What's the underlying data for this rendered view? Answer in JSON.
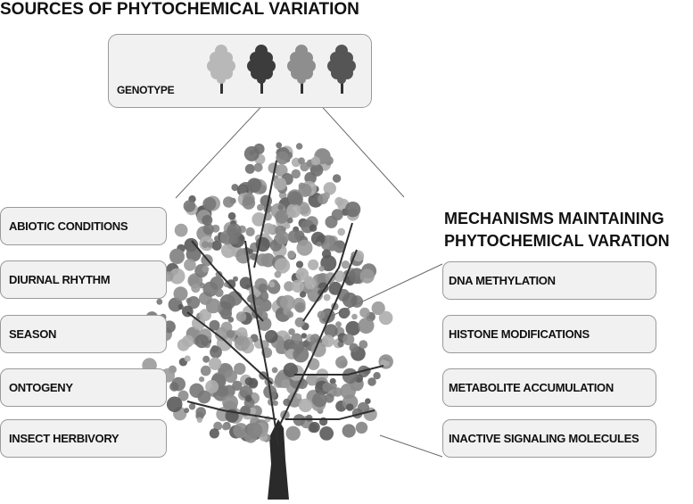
{
  "title": "SOURCES OF PHYTOCHEMICAL VARIATION",
  "genotype_panel": {
    "label": "GENOTYPE",
    "trees": [
      {
        "name": "tree-light-icon",
        "color": "#b8b8b8"
      },
      {
        "name": "tree-dark-icon",
        "color": "#3c3c3c"
      },
      {
        "name": "tree-medium-icon",
        "color": "#8e8e8e"
      },
      {
        "name": "tree-dark-2-icon",
        "color": "#555555"
      }
    ]
  },
  "sources": [
    {
      "label": "ABIOTIC CONDITIONS"
    },
    {
      "label": "DIURNAL RHYTHM"
    },
    {
      "label": "SEASON"
    },
    {
      "label": "ONTOGENY"
    },
    {
      "label": "INSECT HERBIVORY"
    }
  ],
  "mechanisms_title": {
    "line1": "MECHANISMS MAINTAINING",
    "line2": "PHYTOCHEMICAL VARATION"
  },
  "mechanisms": [
    {
      "label": "DNA METHYLATION"
    },
    {
      "label": "HISTONE MODIFICATIONS"
    },
    {
      "label": "METABOLITE ACCUMULATION"
    },
    {
      "label": "INACTIVE SIGNALING MOLECULES"
    }
  ],
  "colors": {
    "box_fill": "#f1f1f1",
    "box_border": "#9a9a9a",
    "foliage_dark": "#4a4a4a",
    "foliage_light": "#b0b0b0",
    "trunk": "#2a2a2a"
  }
}
